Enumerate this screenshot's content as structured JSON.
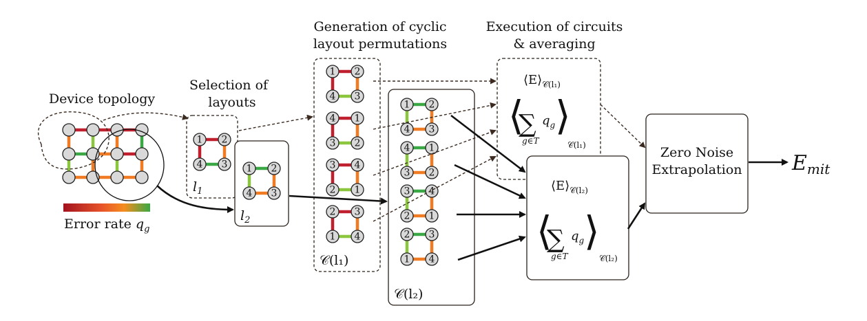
{
  "labels": {
    "device_topology": "Device topology",
    "selection_line1": "Selection of",
    "selection_line2": "layouts",
    "generation_line1": "Generation of cyclic",
    "generation_line2": "layout permutations",
    "execution_line1": "Execution of circuits",
    "execution_line2": "& averaging",
    "error_rate": "Error rate",
    "error_symbol": "q",
    "error_sub": "g",
    "zne_line1": "Zero Noise",
    "zne_line2": "Extrapolation",
    "emit_main": "E",
    "emit_sub": "mit",
    "l1": "l",
    "l1_sub": "1",
    "l2": "l",
    "l2_sub": "2",
    "c_l1": "𝒞(l₁)",
    "c_l2": "𝒞(l₂)",
    "exp_l1": "⟨E⟩",
    "exp_l1_sub": "𝒞(l₁)",
    "exp_l2": "⟨E⟩",
    "exp_l2_sub": "𝒞(l₂)",
    "sum_symbol": "∑",
    "sum_under": "g∈T",
    "sum_q": "q",
    "sum_q_sub": "g",
    "sum_l1_sub": "𝒞(l₁)",
    "sum_l2_sub": "𝒞(l₂)"
  },
  "colors": {
    "red": "#c0202e",
    "orange": "#f07b22",
    "green": "#3aa845",
    "lightgreen": "#8cc63f",
    "dark": "#2a211b"
  },
  "layouts": {
    "l1": {
      "nodes": [
        "1",
        "2",
        "4",
        "3"
      ],
      "edges": [
        "red",
        "orange",
        "green",
        "red"
      ]
    },
    "l2": {
      "nodes": [
        "1",
        "2",
        "4",
        "3"
      ],
      "edges": [
        "green",
        "orange",
        "orange",
        "lightgreen"
      ]
    },
    "perm_l1": [
      {
        "nodes": [
          "1",
          "2",
          "4",
          "3"
        ],
        "edges": [
          "red",
          "orange",
          "lightgreen",
          "red"
        ]
      },
      {
        "nodes": [
          "4",
          "1",
          "3",
          "2"
        ],
        "edges": [
          "red",
          "orange",
          "lightgreen",
          "red"
        ]
      },
      {
        "nodes": [
          "3",
          "4",
          "2",
          "1"
        ],
        "edges": [
          "red",
          "orange",
          "lightgreen",
          "red"
        ]
      },
      {
        "nodes": [
          "2",
          "3",
          "1",
          "4"
        ],
        "edges": [
          "red",
          "orange",
          "lightgreen",
          "red"
        ]
      }
    ],
    "perm_l2": [
      {
        "nodes": [
          "1",
          "2",
          "4",
          "3"
        ],
        "edges": [
          "green",
          "orange",
          "orange",
          "lightgreen"
        ]
      },
      {
        "nodes": [
          "4",
          "1",
          "3",
          "2"
        ],
        "edges": [
          "green",
          "orange",
          "orange",
          "lightgreen"
        ]
      },
      {
        "nodes": [
          "3",
          "4",
          "2",
          "1"
        ],
        "edges": [
          "green",
          "orange",
          "orange",
          "lightgreen"
        ]
      },
      {
        "nodes": [
          "2",
          "3",
          "1",
          "4"
        ],
        "edges": [
          "green",
          "orange",
          "orange",
          "lightgreen"
        ]
      }
    ]
  }
}
